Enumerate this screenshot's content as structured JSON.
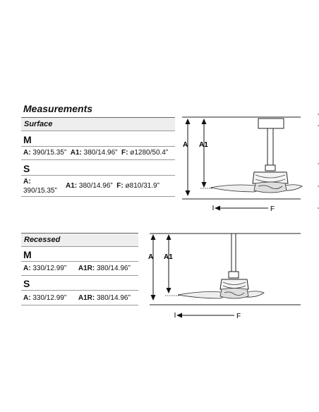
{
  "title": "Measurements",
  "surface": {
    "section_label": "Surface",
    "m": {
      "size": "M",
      "a_label": "A:",
      "a_value": "390/15.35”",
      "a1_label": "A1:",
      "a1_value": "380/14.96”",
      "f_label": "F:",
      "f_value": "ø1280/50.4”"
    },
    "s": {
      "size": "S",
      "a_label": "A:",
      "a_value": "390/15.35”",
      "a1_label": "A1:",
      "a1_value": "380/14.96”",
      "f_label": "F:",
      "f_value": "ø810/31.9”"
    },
    "diagram": {
      "label_a": "A",
      "label_a1": "A1",
      "label_f": "F"
    }
  },
  "recessed": {
    "section_label": "Recessed",
    "m": {
      "size": "M",
      "a_label": "A:",
      "a_value": "330/12.99”",
      "a1r_label": "A1R:",
      "a1r_value": "380/14.96”"
    },
    "s": {
      "size": "S",
      "a_label": "A:",
      "a_value": "330/12.99”",
      "a1r_label": "A1R:",
      "a1r_value": "380/14.96”"
    },
    "diagram": {
      "label_a": "A",
      "label_a1": "A1",
      "label_f": "F"
    }
  }
}
